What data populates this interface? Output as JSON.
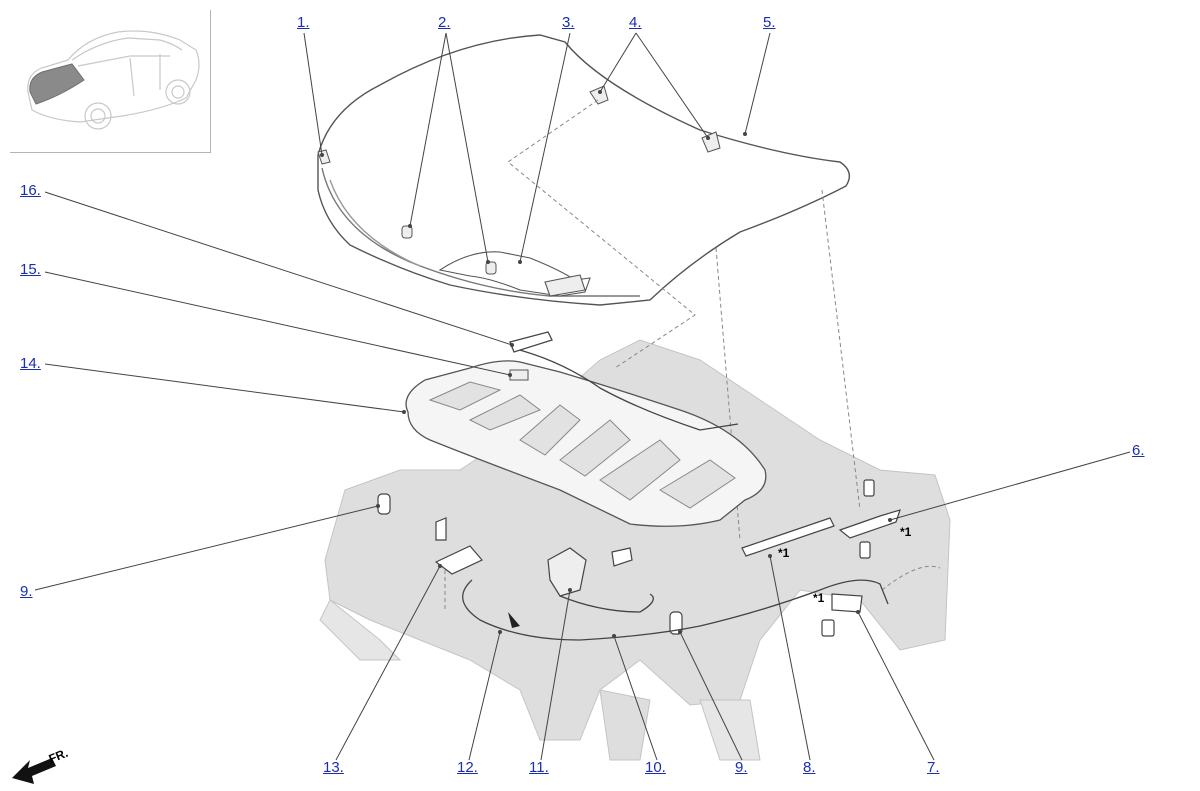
{
  "diagram": {
    "callouts": [
      {
        "key": "c1",
        "label": "1."
      },
      {
        "key": "c2",
        "label": "2."
      },
      {
        "key": "c3",
        "label": "3."
      },
      {
        "key": "c4",
        "label": "4."
      },
      {
        "key": "c5",
        "label": "5."
      },
      {
        "key": "c6",
        "label": "6."
      },
      {
        "key": "c7",
        "label": "7."
      },
      {
        "key": "c8",
        "label": "8."
      },
      {
        "key": "c9b",
        "label": "9."
      },
      {
        "key": "c10",
        "label": "10."
      },
      {
        "key": "c11",
        "label": "11."
      },
      {
        "key": "c12",
        "label": "12."
      },
      {
        "key": "c13",
        "label": "13."
      },
      {
        "key": "c9a",
        "label": "9."
      },
      {
        "key": "c14",
        "label": "14."
      },
      {
        "key": "c15",
        "label": "15."
      },
      {
        "key": "c16",
        "label": "16."
      }
    ],
    "notes": {
      "star1": "*1"
    },
    "direction": {
      "label": "FR."
    },
    "colors": {
      "link": "#1a2fb0",
      "part_outline": "#555555",
      "body_fill": "#d9d9d9",
      "leader": "#444444"
    }
  }
}
